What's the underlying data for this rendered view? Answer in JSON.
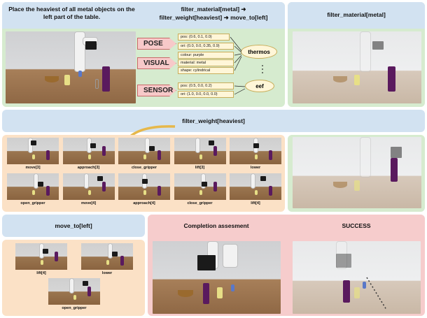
{
  "top": {
    "task": "Place the heaviest of all metal objects on the left part of the table.",
    "program_line1": "filter_material[metal] ➜",
    "program_line2": "filter_weight[heaviest] ➜ move_to[left]",
    "right_title": "filter_material[metal]"
  },
  "perception": {
    "pose_label": "POSE",
    "visual_label": "VISUAL",
    "sensor_label": "SENSOR",
    "attributes": {
      "pos": "pos: (0.6, 0.1, 0.0)",
      "ori": "ori: (0.0, 0.0, 0.35, 0.9)",
      "colour": "colour: purple",
      "material": "material: metal",
      "shape": "shape: cylindrical",
      "eef_pos": "pos: (0.5, 0.0, 0.2)",
      "eef_ori": "ori: (1.0, 0.0, 0.0, 0.0)"
    },
    "thermos_label": "thermos",
    "eef_label": "eef"
  },
  "middle": {
    "title": "filter_weight[heaviest]",
    "steps_row1": [
      "move[3]",
      "approach[3]",
      "close_gripper",
      "lift[3]",
      "lower"
    ],
    "steps_row2": [
      "open_gripper",
      "move[4]",
      "approach[4]",
      "close_gripper",
      "lift[4]"
    ]
  },
  "bottom": {
    "move_title": "move_to[left]",
    "move_steps": [
      "lift[4]",
      "lower",
      "open_gripper"
    ],
    "completion_title": "Completion assesment",
    "success_title": "SUCCESS"
  },
  "colors": {
    "green_panel": "#d6ebcf",
    "blue_panel": "#d2e2f1",
    "peach_panel": "#fbe1c6",
    "pink_panel": "#f6cccc",
    "thermos": "#5a1a5e",
    "can_yellow": "#e7df86",
    "can_blue": "#5a78c8"
  }
}
